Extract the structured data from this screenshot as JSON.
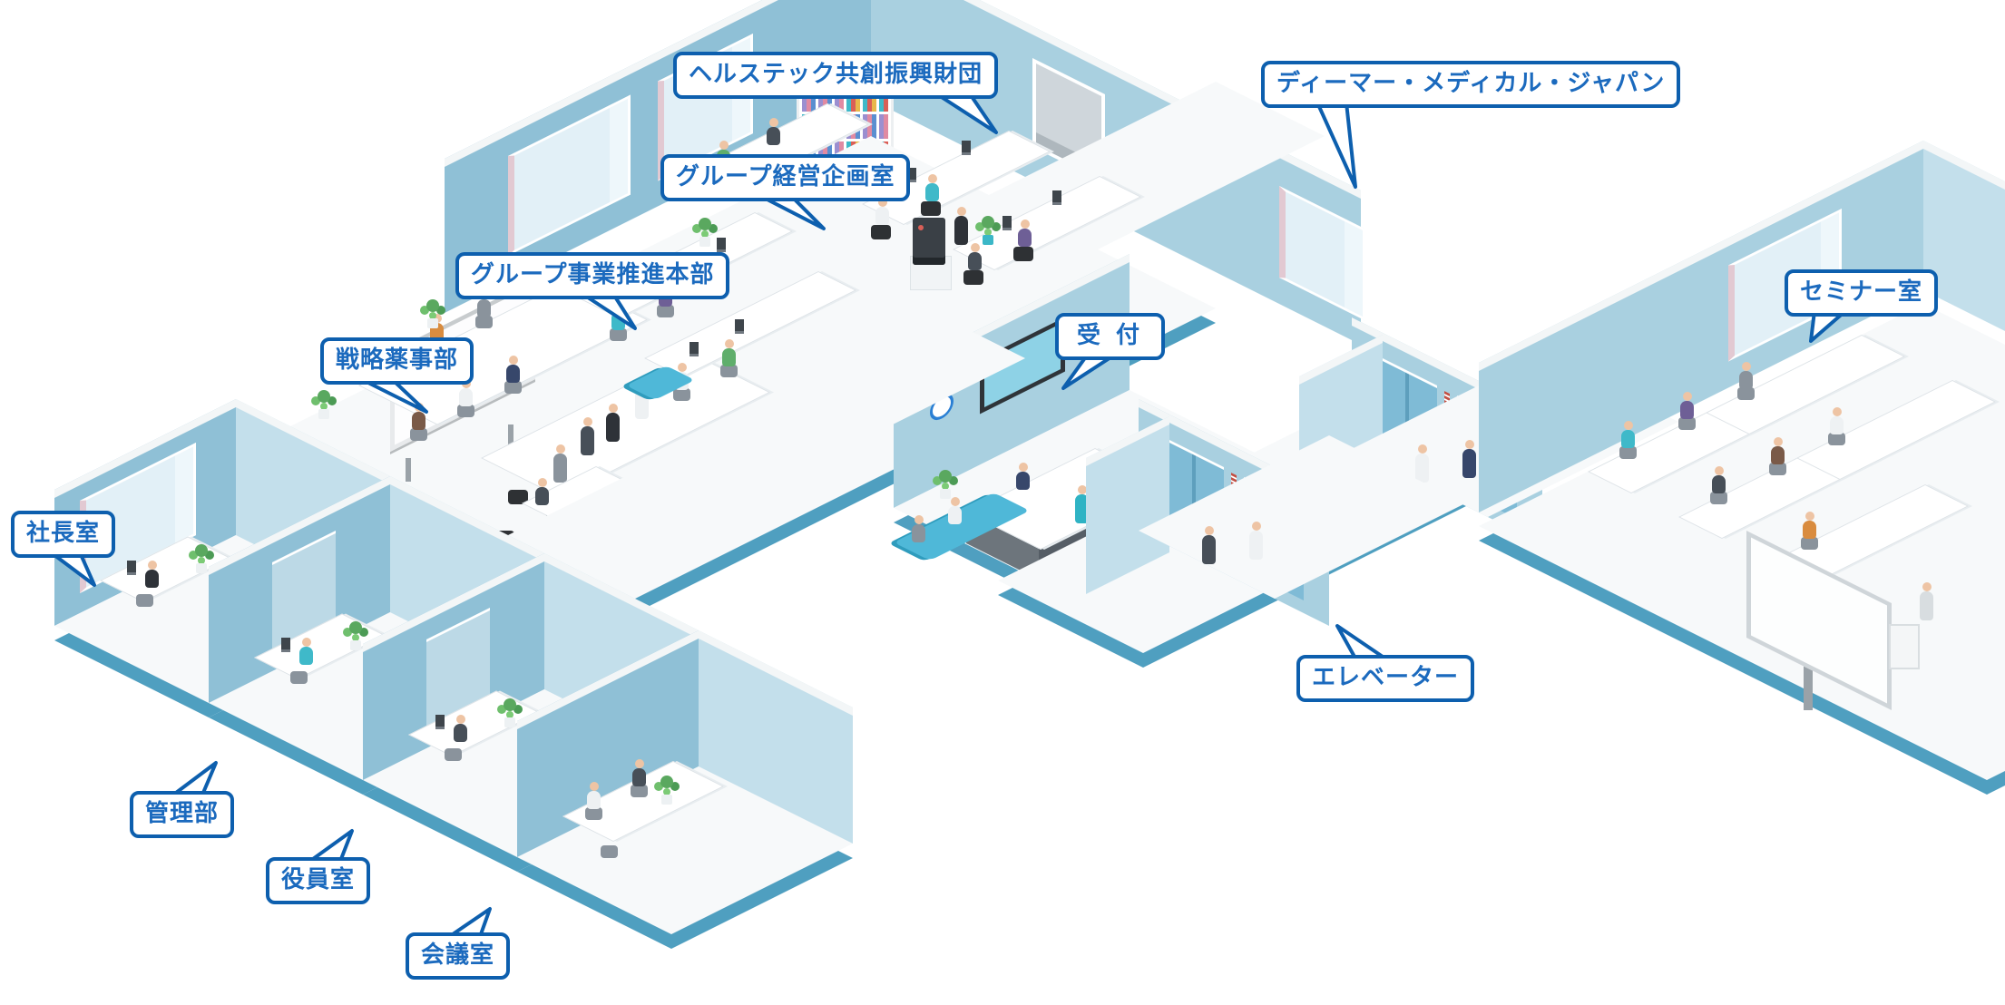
{
  "scene": {
    "description": "isometric office floor map illustration with room callout labels"
  },
  "colors": {
    "wall_light": "#a9d0e0",
    "wall_mid": "#8fc0d6",
    "wall_pale": "#c3dfeb",
    "wall_shadow": "#6fb0cc",
    "floor": "#f7f9fa",
    "floor_edge": "#4f9fc0",
    "callout_border": "#0d5fae",
    "callout_text": "#1b6abe",
    "window_glass": "#e2f0f7",
    "window_frame_pink": "#e2c9d2",
    "plant_green": "#5aa85f",
    "pie_chart_teal": "#2fc4cc",
    "pie_chart_orange": "#e4694a",
    "elevator_door_blue": "#7fbbd6",
    "sofa_teal": "#4fb8d8"
  },
  "callouts": [
    {
      "id": "healthtech-foundation",
      "label": "ヘルステック共創振興財団"
    },
    {
      "id": "deemer-medical-japan",
      "label": "ディーマー・メディカル・ジャパン"
    },
    {
      "id": "group-management-planning",
      "label": "グループ経営企画室"
    },
    {
      "id": "group-business-promotion",
      "label": "グループ事業推進本部"
    },
    {
      "id": "strategic-pharma-affairs",
      "label": "戦略薬事部"
    },
    {
      "id": "reception",
      "label": "受 付"
    },
    {
      "id": "seminar-room",
      "label": "セミナー室"
    },
    {
      "id": "president-office",
      "label": "社長室"
    },
    {
      "id": "admin-dept",
      "label": "管理部"
    },
    {
      "id": "executive-room",
      "label": "役員室"
    },
    {
      "id": "conference-room",
      "label": "会議室"
    },
    {
      "id": "elevator",
      "label": "エレベーター"
    }
  ]
}
